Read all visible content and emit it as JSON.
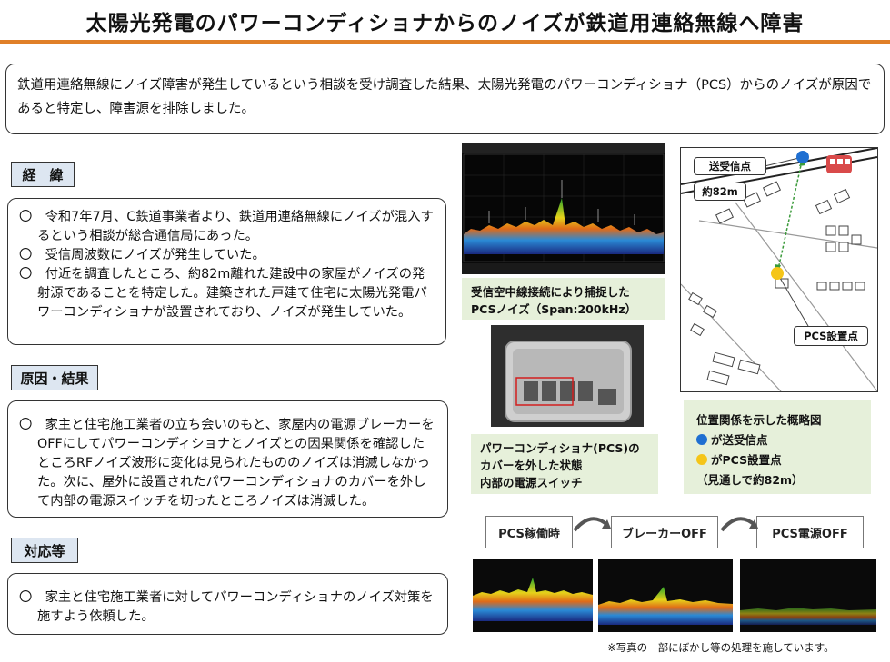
{
  "title": "太陽光発電のパワーコンディショナからのノイズが鉄道用連絡無線へ障害",
  "summary": "鉄道用連絡無線にノイズ障害が発生しているという相談を受け調査した結果、太陽光発電のパワーコンディショナ（PCS）からのノイズが原因であると特定し、障害源を排除しました。",
  "sections": {
    "background": {
      "label": "経　緯",
      "items": [
        "〇　令和7年7月、C鉄道事業者より、鉄道用連絡無線にノイズが混入するという相談が総合通信局にあった。",
        "〇　受信周波数にノイズが発生していた。",
        "〇　付近を調査したところ、約82m離れた建設中の家屋がノイズの発射源であることを特定した。建築された戸建て住宅に太陽光発電パワーコンディショナが設置されており、ノイズが発生していた。"
      ]
    },
    "cause": {
      "label": "原因・結果",
      "text": "〇　家主と住宅施工業者の立ち会いのもと、家屋内の電源ブレーカーをOFFにしてパワーコンディショナとノイズとの因果関係を確認したところRFノイズ波形に変化は見られたもののノイズは消滅しなかった。次に、屋外に設置されたパワーコンディショナのカバーを外して内部の電源スイッチを切ったところノイズは消滅した。"
    },
    "response": {
      "label": "対応等",
      "text": "〇　家主と住宅施工業者に対してパワーコンディショナのノイズ対策を施すよう依頼した。"
    }
  },
  "spectrum": {
    "caption_line1": "受信空中線接続により捕捉した",
    "caption_line2": "PCSノイズ（Span:200kHz）"
  },
  "pcs_photo": {
    "caption_line1": "パワーコンディショナ(PCS)の",
    "caption_line2": "カバーを外した状態",
    "caption_line3": "内部の電源スイッチ"
  },
  "map": {
    "tx_label": "送受信点",
    "distance_label": "約82m",
    "pcs_label": "PCS設置点",
    "legend_title": "位置関係を示した概略図",
    "legend_tx": "が送受信点",
    "legend_pcs": "がPCS設置点",
    "legend_distance": "（見通しで約82m）",
    "colors": {
      "tx": "#1f6fd1",
      "pcs": "#f5c518",
      "train": "#d94a4a"
    }
  },
  "flow": {
    "step1": "PCS稼働時",
    "step2": "ブレーカーOFF",
    "step3": "PCS電源OFF"
  },
  "footnote": "※写真の一部にぼかし等の処理を施しています。"
}
